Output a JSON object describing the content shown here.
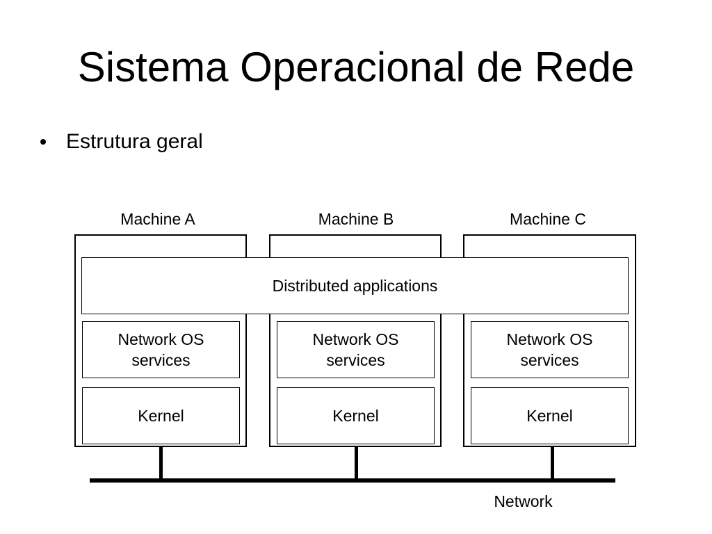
{
  "title": "Sistema Operacional de Rede",
  "bullets": [
    "Estrutura geral"
  ],
  "diagram": {
    "distributed_label": "Distributed applications",
    "network_label": "Network",
    "machines": [
      {
        "label": "Machine A",
        "services": "Network OS\nservices",
        "kernel": "Kernel"
      },
      {
        "label": "Machine B",
        "services": "Network OS\nservices",
        "kernel": "Kernel"
      },
      {
        "label": "Machine C",
        "services": "Network OS\nservices",
        "kernel": "Kernel"
      }
    ]
  }
}
